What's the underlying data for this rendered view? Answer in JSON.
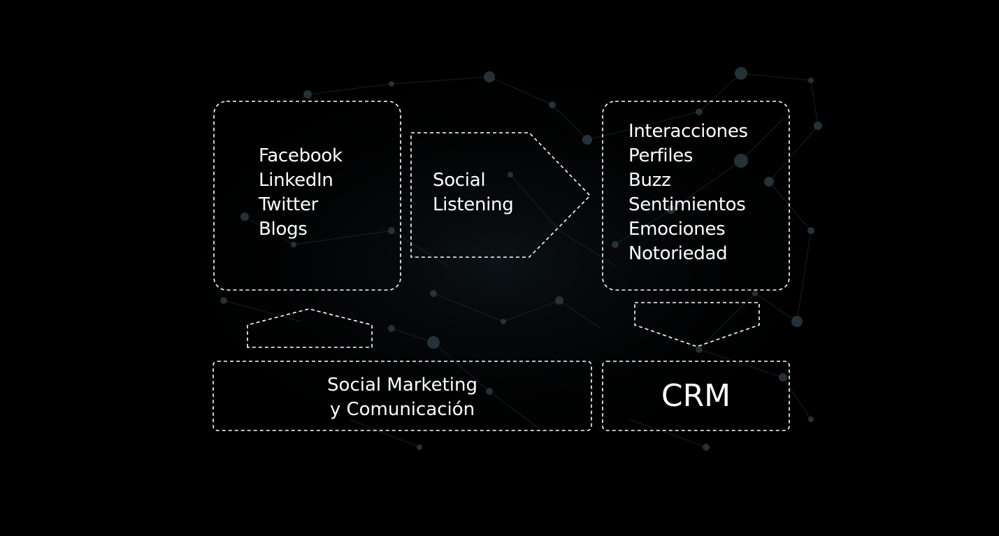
{
  "colors": {
    "background": "#000000",
    "network_tint": "#1c2a30",
    "stroke": "#ffffff",
    "text": "#ffffff"
  },
  "sources": {
    "items": [
      "Facebook",
      "LinkedIn",
      "Twitter",
      "Blogs"
    ]
  },
  "listening": {
    "line1": "Social",
    "line2": "Listening"
  },
  "insights": {
    "items": [
      "Interacciones",
      "Perfiles",
      "Buzz",
      "Sentimientos",
      "Emociones",
      "Notoriedad"
    ]
  },
  "marketing": {
    "line1": "Social Marketing",
    "line2": "y Comunicación"
  },
  "crm": {
    "label": "CRM"
  }
}
